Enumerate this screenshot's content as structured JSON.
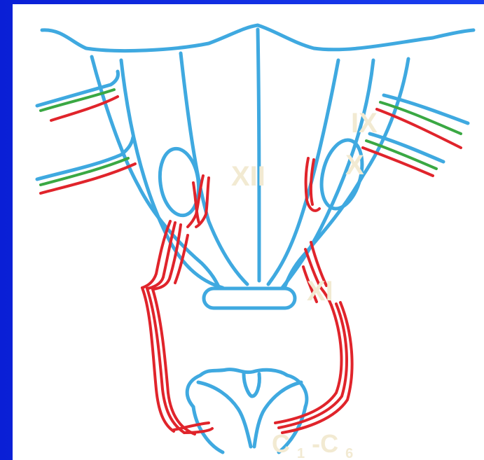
{
  "labels": {
    "hypoglossal": "XII",
    "glossopharyngeal": "IX",
    "vagus": "X",
    "accessory": "XI",
    "cervical_main": "C",
    "cervical_sub1": "1",
    "cervical_dash": "-C",
    "cervical_sub2": "6"
  },
  "colors": {
    "background": "#1a3ff0",
    "canvas": "#ffffff",
    "outline": "#3fa9e0",
    "motor": "#e0242b",
    "sensory": "#3aa843",
    "label": "#f2ead2"
  }
}
